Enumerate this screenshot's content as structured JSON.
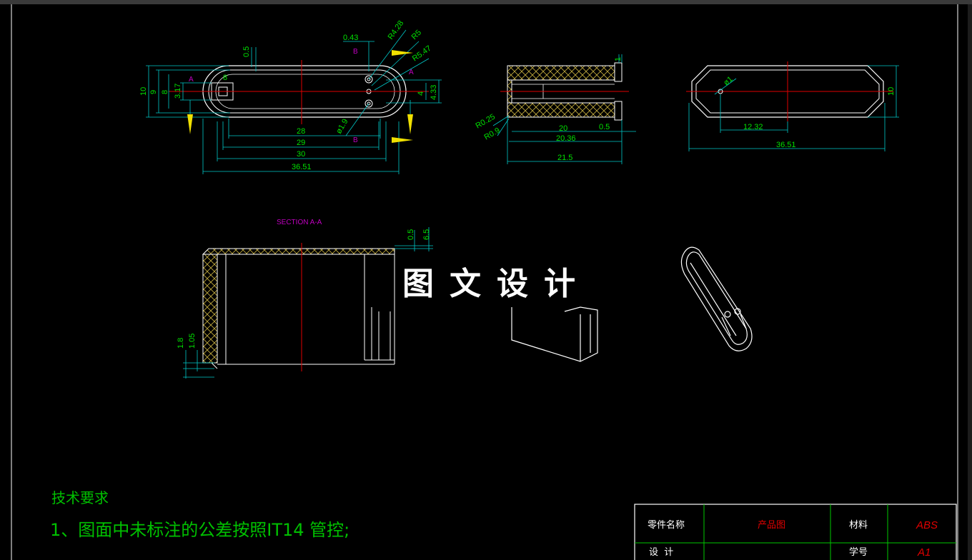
{
  "views": {
    "top_view": {
      "dims": [
        "0.5",
        "0.43",
        "R4.28",
        "R5",
        "R5.47",
        "10",
        "9",
        "8",
        "3.17",
        "8",
        "4",
        "4.33",
        "28",
        "29",
        "30",
        "36.51",
        "ø1.9"
      ],
      "labels": [
        "B",
        "A",
        "A",
        "B"
      ]
    },
    "side_view": {
      "dims": [
        "1",
        "R0.25",
        "R0.9",
        "20",
        "0.5",
        "20.36",
        "21.5"
      ]
    },
    "right_view": {
      "dims": [
        "ø1",
        "12.32",
        "36.51",
        "10"
      ]
    },
    "section_view": {
      "title": "SECTION A-A",
      "dims": [
        "0.5",
        "6.5",
        "1.8",
        "1.05"
      ]
    }
  },
  "watermark": "图文设计",
  "tech_requirements": {
    "heading": "技术要求",
    "item1": "1、图面中未标注的公差按照IT14 管控;"
  },
  "title_block": {
    "part_name_label": "零件名称",
    "part_name_value": "产品图",
    "material_label": "材料",
    "material_value": "ABS",
    "design_label": "设  计",
    "student_id_label": "学号",
    "student_id_value": "A1"
  }
}
